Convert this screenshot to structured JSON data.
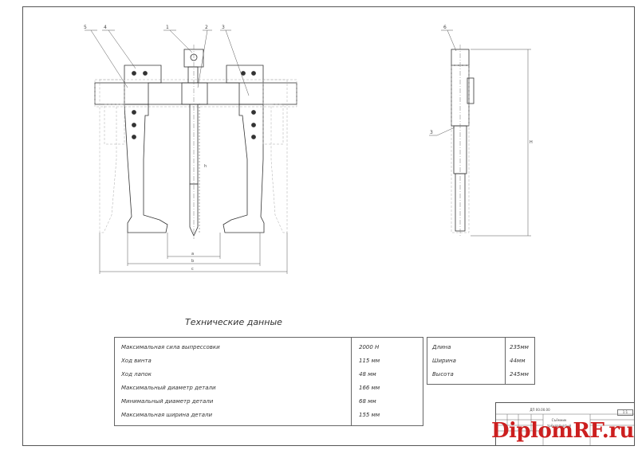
{
  "drawing": {
    "front_callouts": [
      "5",
      "4",
      "1",
      "2",
      "3"
    ],
    "side_callouts": [
      "6",
      "3"
    ],
    "dimension_labels": [
      "a",
      "b",
      "c",
      "h",
      "H"
    ],
    "tech_title": "Технические данные",
    "specs": [
      {
        "name": "Максимальная сила выпрессовки",
        "value": "2000 Н"
      },
      {
        "name": "Ход винта",
        "value": "115 мм"
      },
      {
        "name": "Ход лапок",
        "value": "48 мм"
      },
      {
        "name": "Максимальный диаметр детали",
        "value": "166 мм"
      },
      {
        "name": "Минимальный диаметр детали",
        "value": "68 мм"
      },
      {
        "name": "Максимальная ширина детали",
        "value": "155 мм"
      }
    ],
    "dimensions": [
      {
        "name": "Длина",
        "value": "235мм"
      },
      {
        "name": "Ширина",
        "value": "44мм"
      },
      {
        "name": "Высота",
        "value": "245мм"
      }
    ],
    "title_block": {
      "code": "ДП 00.00.00",
      "name_line1": "Съёмник",
      "name_line2": "трёхлапчатый",
      "sheet": "1:1"
    }
  },
  "watermark": {
    "text": "DiplomRF.ru",
    "color": "#cc1f1f"
  },
  "colors": {
    "line": "#333333",
    "hidden": "#999999"
  }
}
